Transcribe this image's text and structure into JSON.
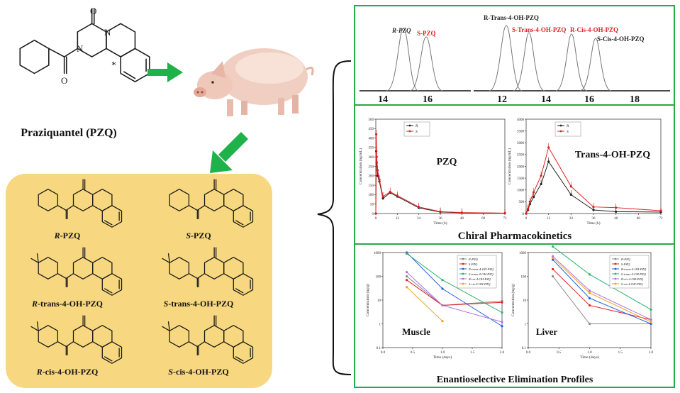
{
  "main_compound": {
    "label": "Praziquantel (PZQ)",
    "stereo_mark": "*"
  },
  "structures": [
    {
      "prefix": "R",
      "suffix": "-PZQ",
      "type": "pzq"
    },
    {
      "prefix": "S",
      "suffix": "-PZQ",
      "type": "pzq"
    },
    {
      "prefix": "R",
      "suffix": "-trans-4-OH-PZQ",
      "type": "oh"
    },
    {
      "prefix": "S",
      "suffix": "-trans-4-OH-PZQ",
      "type": "oh"
    },
    {
      "prefix": "R",
      "suffix": "-cis-4-OH-PZQ",
      "type": "oh"
    },
    {
      "prefix": "S",
      "suffix": "-cis-4-OH-PZQ",
      "type": "oh"
    }
  ],
  "colors": {
    "arrow": "#1fb24a",
    "panel_border": "#2aa84a",
    "box_fill": "#f7d77f",
    "red_series": "#e02020",
    "black_series": "#222222"
  },
  "chromatogram": {
    "left": {
      "ticks": [
        "14",
        "16"
      ],
      "peaks": [
        {
          "label": "R-PZQ",
          "color": "#111"
        },
        {
          "label": "S-PZQ",
          "color": "#e02020"
        }
      ]
    },
    "right": {
      "ticks": [
        "12",
        "14",
        "16",
        "18"
      ],
      "peaks": [
        {
          "label": "R-Trans-4-OH-PZQ",
          "color": "#111"
        },
        {
          "label": "S-Trans-4-OH-PZQ",
          "color": "#e02020"
        },
        {
          "label": "R-Cis-4-OH-PZQ",
          "color": "#e02020"
        },
        {
          "label": "S-Cis-4-OH-PZQ",
          "color": "#111"
        }
      ]
    }
  },
  "pk": {
    "section_title": "Chiral Pharmacokinetics",
    "left": {
      "title": "PZQ",
      "ylabel": "Concentration (ng/mL)",
      "xlabel": "Time (h)",
      "yticks": [
        "0",
        "50",
        "100",
        "150",
        "200",
        "250",
        "300",
        "350",
        "400",
        "450",
        "500"
      ],
      "xticks": [
        "0",
        "12",
        "24",
        "36",
        "48",
        "60",
        "72"
      ],
      "legend": [
        "R",
        "S"
      ]
    },
    "right": {
      "title": "Trans-4-OH-PZQ",
      "ylabel": "Concentration (ng/mL)",
      "xlabel": "Time (h)",
      "yticks": [
        "0",
        "500",
        "1000",
        "1500",
        "2000",
        "2500",
        "3000",
        "3500",
        "4000"
      ],
      "xticks": [
        "0",
        "12",
        "24",
        "36",
        "48",
        "60",
        "72"
      ],
      "legend": [
        "R",
        "S"
      ]
    }
  },
  "chart_data": [
    {
      "type": "line",
      "title": "PZQ",
      "xlabel": "Time (h)",
      "ylabel": "Concentration (ng/mL)",
      "xlim": [
        0,
        72
      ],
      "ylim": [
        0,
        500
      ],
      "x": [
        0,
        0.25,
        0.5,
        1,
        2,
        4,
        8,
        12,
        24,
        36,
        48,
        72
      ],
      "series": [
        {
          "name": "R",
          "color": "#222222",
          "values": [
            0,
            330,
            270,
            200,
            170,
            80,
            110,
            90,
            30,
            8,
            4,
            2
          ]
        },
        {
          "name": "S",
          "color": "#e02020",
          "values": [
            0,
            420,
            300,
            230,
            180,
            90,
            115,
            95,
            35,
            10,
            5,
            2
          ]
        }
      ]
    },
    {
      "type": "line",
      "title": "Trans-4-OH-PZQ",
      "xlabel": "Time (h)",
      "ylabel": "Concentration (ng/mL)",
      "xlim": [
        0,
        72
      ],
      "ylim": [
        0,
        4000
      ],
      "x": [
        0,
        1,
        2,
        4,
        8,
        12,
        24,
        36,
        48,
        72
      ],
      "series": [
        {
          "name": "R",
          "color": "#222222",
          "values": [
            0,
            150,
            400,
            700,
            1250,
            2200,
            800,
            150,
            80,
            60
          ]
        },
        {
          "name": "S",
          "color": "#e02020",
          "values": [
            0,
            200,
            500,
            900,
            1600,
            2800,
            1150,
            280,
            250,
            120
          ]
        }
      ]
    },
    {
      "type": "line",
      "title": "Muscle",
      "xlabel": "Time (days)",
      "ylabel": "Concentration (ng/g)",
      "yscale": "log",
      "xlim": [
        0,
        2
      ],
      "ylim": [
        0.1,
        1000
      ],
      "x": [
        0.4,
        1.0,
        2.0
      ],
      "series": [
        {
          "name": "R-PZQ",
          "color": "#888888",
          "values": [
            100,
            6,
            9
          ]
        },
        {
          "name": "S-PZQ",
          "color": "#e02020",
          "values": [
            70,
            6,
            8
          ]
        },
        {
          "name": "R-trans-4-OH-PZQ",
          "color": "#2060e0",
          "values": [
            1000,
            30,
            0.8
          ]
        },
        {
          "name": "S-trans-4-OH-PZQ",
          "color": "#2ab36a",
          "values": [
            900,
            70,
            3
          ]
        },
        {
          "name": "R-cis-4-OH-PZQ",
          "color": "#b070e0",
          "values": [
            150,
            6,
            1.2
          ]
        },
        {
          "name": "S-cis-4-OH-PZQ",
          "color": "#f0a020",
          "values": [
            35,
            1.3,
            null
          ]
        }
      ]
    },
    {
      "type": "line",
      "title": "Liver",
      "xlabel": "Time (days)",
      "ylabel": "Concentration (ng/g)",
      "yscale": "log",
      "xlim": [
        0,
        2
      ],
      "ylim": [
        0.1,
        1000
      ],
      "x": [
        0.4,
        1.0,
        2.0
      ],
      "series": [
        {
          "name": "R-PZQ",
          "color": "#888888",
          "values": [
            100,
            1,
            1
          ]
        },
        {
          "name": "S-PZQ",
          "color": "#e02020",
          "values": [
            200,
            6,
            1.5
          ]
        },
        {
          "name": "R-trans-4-OH-PZQ",
          "color": "#2060e0",
          "values": [
            500,
            12,
            1
          ]
        },
        {
          "name": "S-trans-4-OH-PZQ",
          "color": "#2ab36a",
          "values": [
            1800,
            120,
            4
          ]
        },
        {
          "name": "R-cis-4-OH-PZQ",
          "color": "#b070e0",
          "values": [
            700,
            25,
            1.5
          ]
        },
        {
          "name": "S-cis-4-OH-PZQ",
          "color": "#f0a020",
          "values": [
            600,
            20,
            1.2
          ]
        }
      ]
    }
  ],
  "elimination": {
    "section_title": "Enantioselective Elimination Profiles",
    "muscle": {
      "title": "Muscle",
      "ylabel": "Concentration (ng/g)",
      "xlabel": "Time (days)",
      "yticks": [
        "0.1",
        "1",
        "10",
        "100",
        "1000"
      ],
      "xticks": [
        "0.0",
        "0.5",
        "1.0",
        "1.5",
        "2.0"
      ]
    },
    "liver": {
      "title": "Liver",
      "ylabel": "Concentration (ng/g)",
      "xlabel": "Time (days)",
      "yticks": [
        "0.1",
        "1",
        "10",
        "100",
        "1000"
      ],
      "xticks": [
        "0.0",
        "0.5",
        "1.0",
        "1.5",
        "2.0"
      ]
    },
    "legend": [
      "R-PZQ",
      "S-PZQ",
      "R-trans-4-OH-PZQ",
      "S-trans-4-OH-PZQ",
      "R-cis-4-OH-PZQ",
      "S-cis-4-OH-PZQ"
    ]
  }
}
